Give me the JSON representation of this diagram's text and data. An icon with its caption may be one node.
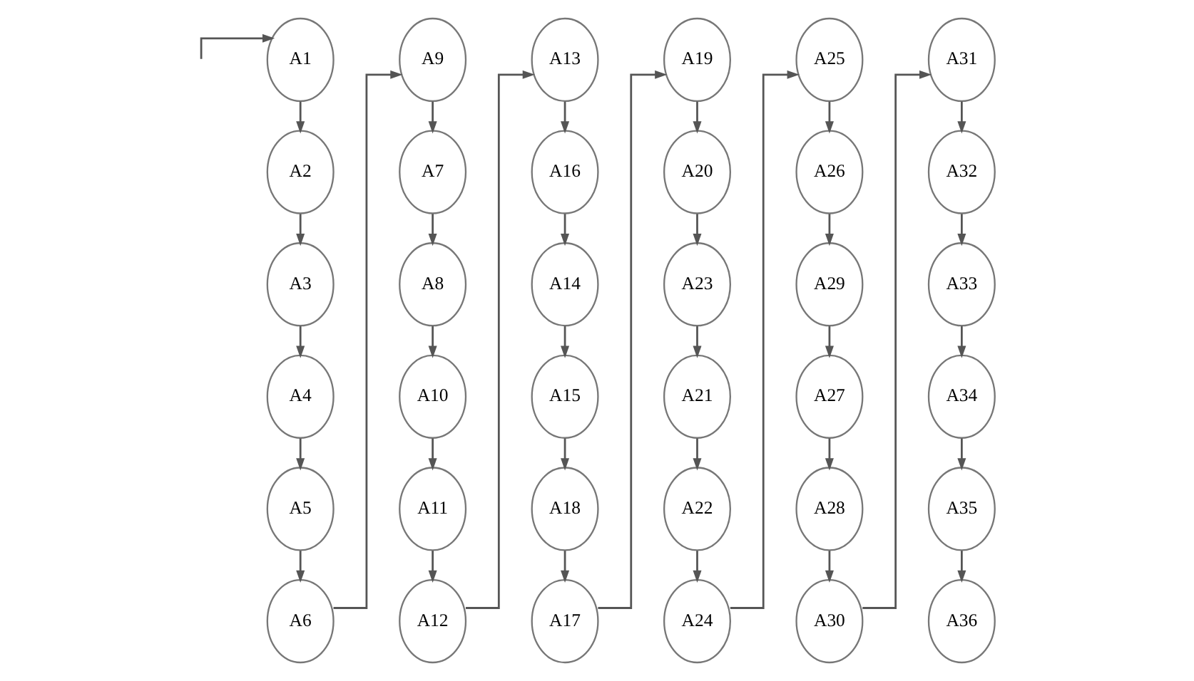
{
  "diagram": {
    "nodes": [
      {
        "text": [
          "A1"
        ]
      },
      {
        "text": [
          "A2"
        ]
      },
      {
        "text": [
          "A3"
        ]
      },
      {
        "text": [
          "A4"
        ]
      },
      {
        "text": [
          "A5"
        ]
      },
      {
        "text": [
          "A6"
        ]
      },
      {
        "text": [
          "A9"
        ]
      },
      {
        "text": [
          "A7"
        ]
      },
      {
        "text": [
          "A8"
        ]
      },
      {
        "text": [
          "A10"
        ]
      },
      {
        "text": [
          "A11"
        ]
      },
      {
        "text": [
          "A12"
        ]
      },
      {
        "text": [
          "A13"
        ]
      },
      {
        "text": [
          "A16"
        ]
      },
      {
        "text": [
          "A14"
        ]
      },
      {
        "text": [
          "A15"
        ]
      },
      {
        "text": [
          "A18"
        ]
      },
      {
        "text": [
          "A17"
        ]
      },
      {
        "text": [
          "A19"
        ]
      },
      {
        "text": [
          "A20"
        ]
      },
      {
        "text": [
          "A23"
        ]
      },
      {
        "text": [
          "A21"
        ]
      },
      {
        "text": [
          "A22"
        ]
      },
      {
        "text": [
          "A24"
        ]
      },
      {
        "text": [
          "A25"
        ]
      },
      {
        "text": [
          "A26"
        ]
      },
      {
        "text": [
          "A29"
        ]
      },
      {
        "text": [
          "A27"
        ]
      },
      {
        "text": [
          "A28"
        ]
      },
      {
        "text": [
          "A30"
        ]
      },
      {
        "text": [
          "A31"
        ]
      },
      {
        "text": [
          "A32"
        ]
      },
      {
        "text": [
          "A33"
        ]
      },
      {
        "text": [
          "A34"
        ]
      },
      {
        "text": [
          "A35"
        ]
      },
      {
        "text": [
          "A36"
        ]
      }
    ],
    "edges": [
      {
        "from": null,
        "to": 0,
        "arrow": "to"
      },
      {
        "from": 0,
        "to": 1,
        "arrow": "to"
      },
      {
        "from": 1,
        "to": 2,
        "arrow": "to"
      },
      {
        "from": 2,
        "to": 3,
        "arrow": "to"
      },
      {
        "from": 3,
        "to": 4,
        "arrow": "to"
      },
      {
        "from": 4,
        "to": 5,
        "arrow": "to"
      },
      {
        "from": 5,
        "to": 6,
        "arrow": "to"
      },
      {
        "from": 6,
        "to": 7,
        "arrow": "to"
      },
      {
        "from": 7,
        "to": 8,
        "arrow": "to"
      },
      {
        "from": 8,
        "to": 9,
        "arrow": "to"
      },
      {
        "from": 9,
        "to": 10,
        "arrow": "to"
      },
      {
        "from": 10,
        "to": 11,
        "arrow": "to"
      },
      {
        "from": 11,
        "to": 12,
        "arrow": "to"
      },
      {
        "from": 12,
        "to": 13,
        "arrow": "to"
      },
      {
        "from": 13,
        "to": 14,
        "arrow": "to"
      },
      {
        "from": 14,
        "to": 15,
        "arrow": "to"
      },
      {
        "from": 15,
        "to": 16,
        "arrow": "to"
      },
      {
        "from": 16,
        "to": 17,
        "arrow": "to"
      },
      {
        "from": 17,
        "to": 18,
        "arrow": "to"
      },
      {
        "from": 18,
        "to": 19,
        "arrow": "to"
      },
      {
        "from": 19,
        "to": 20,
        "arrow": "to"
      },
      {
        "from": 20,
        "to": 21,
        "arrow": "to"
      },
      {
        "from": 21,
        "to": 22,
        "arrow": "to"
      },
      {
        "from": 22,
        "to": 23,
        "arrow": "to"
      },
      {
        "from": 23,
        "to": 24,
        "arrow": "to"
      },
      {
        "from": 24,
        "to": 25,
        "arrow": "to"
      },
      {
        "from": 25,
        "to": 26,
        "arrow": "to"
      },
      {
        "from": 26,
        "to": 27,
        "arrow": "to"
      },
      {
        "from": 27,
        "to": 28,
        "arrow": "to"
      },
      {
        "from": 28,
        "to": 29,
        "arrow": "to"
      },
      {
        "from": 29,
        "to": 30,
        "arrow": "to"
      },
      {
        "from": 30,
        "to": 31,
        "arrow": "to"
      },
      {
        "from": 31,
        "to": 32,
        "arrow": "to"
      },
      {
        "from": 32,
        "to": 33,
        "arrow": "to"
      },
      {
        "from": 33,
        "to": 34,
        "arrow": "to"
      },
      {
        "from": 34,
        "to": 35,
        "arrow": "to"
      }
    ]
  }
}
